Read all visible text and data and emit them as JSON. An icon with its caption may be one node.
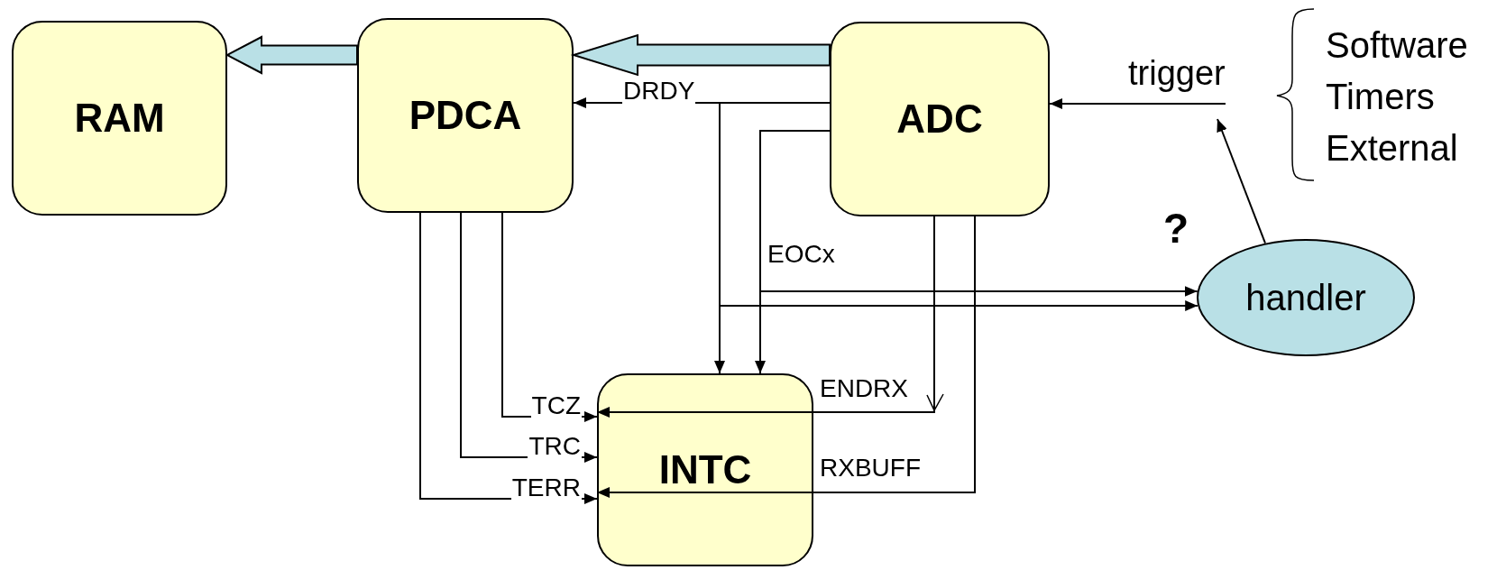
{
  "diagram": {
    "nodes": [
      {
        "text": [
          "RAM"
        ]
      },
      {
        "text": [
          "PDCA"
        ]
      },
      {
        "text": [
          "ADC"
        ]
      },
      {
        "text": [
          "INTC"
        ]
      },
      {
        "text": [
          "handler"
        ]
      }
    ],
    "edges": [
      {
        "from": 2,
        "to": 1,
        "arrow": "to",
        "style": "thick",
        "color": "#b9e0e6"
      },
      {
        "from": 1,
        "to": 0,
        "arrow": "to",
        "style": "thick",
        "color": "#b9e0e6"
      },
      {
        "from": 2,
        "to": 1,
        "arrow": "to",
        "label": "DRDY"
      },
      {
        "from": 2,
        "to": 3,
        "arrow": "to"
      },
      {
        "from": 2,
        "to": 4,
        "arrow": "to"
      },
      {
        "from": 2,
        "to": 3,
        "arrow": "to",
        "label": "EOCx"
      },
      {
        "from": 2,
        "to": 4,
        "arrow": "to"
      },
      {
        "from": 1,
        "to": 3,
        "arrow": "to",
        "label": "TCZ"
      },
      {
        "from": 1,
        "to": 3,
        "arrow": "to",
        "label": "TRC"
      },
      {
        "from": 1,
        "to": 3,
        "arrow": "to",
        "label": "TERR"
      },
      {
        "from": 2,
        "to": 3,
        "arrow": "to",
        "label": "ENDRX"
      },
      {
        "from": 2,
        "to": 3,
        "arrow": "to",
        "label": "RXBUFF"
      },
      {
        "from": null,
        "to": 2,
        "arrow": "to",
        "label": "trigger"
      },
      {
        "from": 4,
        "to": null,
        "arrow": "to"
      }
    ],
    "labels": [
      "Software",
      "Timers",
      "External",
      "?"
    ]
  }
}
